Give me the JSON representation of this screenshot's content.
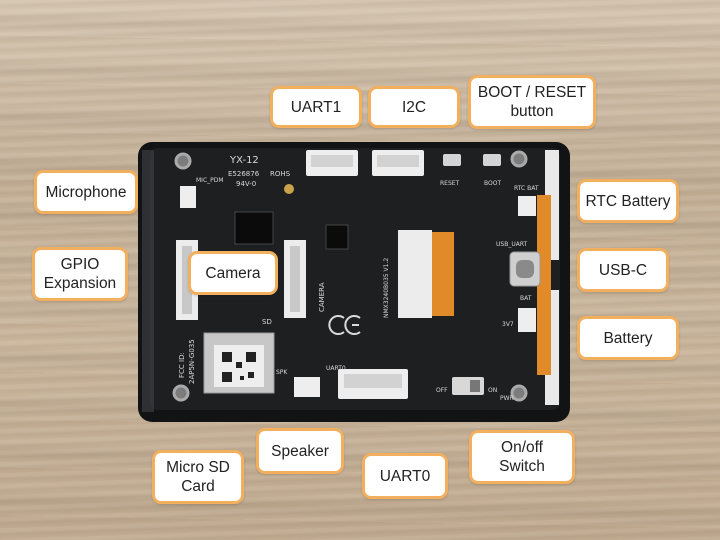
{
  "colors": {
    "callout_border": "#f2b05e",
    "callout_bg": "#ffffff",
    "pcb": "#1e1f21",
    "connector": "#eeeeee",
    "flex_cable": "#e08a2a"
  },
  "callouts": {
    "uart1": "UART1",
    "i2c": "I2C",
    "boot_reset": "BOOT / RESET\nbutton",
    "microphone": "Microphone",
    "rtc_battery": "RTC Battery",
    "gpio": "GPIO\nExpansion",
    "camera": "Camera",
    "usbc": "USB-C",
    "battery": "Battery",
    "speaker": "Speaker",
    "microsd": "Micro SD\nCard",
    "uart0": "UART0",
    "onoff": "On/off\nSwitch"
  },
  "silkscreen": {
    "model": "YX-12",
    "cert_no": "E526876",
    "rohs": "ROHS",
    "rating": "94V-0",
    "mic_pdm": "MIC_PDM",
    "reset": "RESET",
    "boot": "BOOT",
    "rtc_bat": "RTC\nBAT",
    "usb_uart": "USB_UART",
    "bat": "BAT",
    "camera": "CAMERA",
    "sd": "SD",
    "spk": "SPK",
    "uart0": "UART0",
    "pwr": "PWR",
    "off": "OFF",
    "on": "ON",
    "part_no": "NMX3240B035 V1.2",
    "fcc_id": "FCC ID:",
    "fcc_code": "2AP5N-G035",
    "v3": "3V7"
  }
}
